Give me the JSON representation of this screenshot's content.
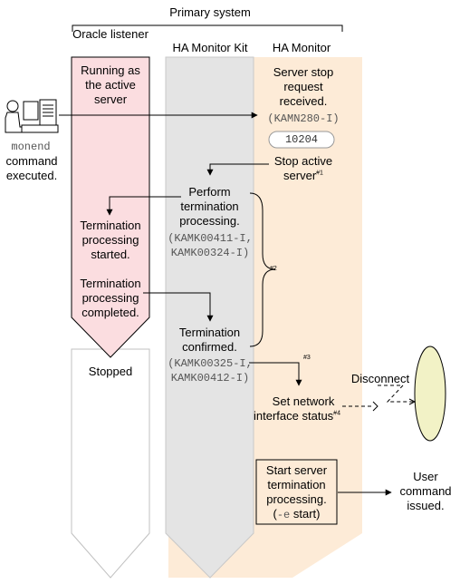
{
  "header": {
    "primary_system": "Primary system",
    "col_oracle": "Oracle listener",
    "col_kit": "HA Monitor Kit",
    "col_hamonitor": "HA Monitor"
  },
  "actor": {
    "command": "monend",
    "caption_line1": "command",
    "caption_line2": "executed."
  },
  "oracle": {
    "running": [
      "Running as",
      "the active",
      "server"
    ],
    "term_started": [
      "Termination",
      "processing",
      "started."
    ],
    "term_completed": [
      "Termination",
      "processing",
      "completed."
    ],
    "stopped": "Stopped"
  },
  "kit": {
    "perform": [
      "Perform",
      "termination",
      "processing."
    ],
    "msg1": "(KAMK00411-I,",
    "msg2": "KAMK00324-I)",
    "confirmed": [
      "Termination",
      "confirmed."
    ],
    "msg3": "(KAMK00325-I,",
    "msg4": "KAMK00412-I)"
  },
  "hamon": {
    "stop_request": [
      "Server stop",
      "request",
      "received."
    ],
    "msg": "(KAMN280-I)",
    "code": "10204",
    "stop_active_1": "Stop active",
    "stop_active_2": "server",
    "set_net_1": "Set network",
    "set_net_2": "interface status",
    "start_term": [
      "Start server",
      "termination",
      "processing."
    ],
    "start_term_opt": "-e",
    "start_term_arg": "start",
    "start_term_open": "(",
    "start_term_close": ")"
  },
  "notes": {
    "n1": "#1",
    "n2": "#2",
    "n3": "#3",
    "n4": "#4"
  },
  "network": {
    "disconnect": "Disconnect"
  },
  "user": [
    "User",
    "command",
    "issued."
  ],
  "colors": {
    "oracle_fill": "#fbdde0",
    "kit_fill": "#e4e4e4",
    "hamon_fill": "#fdebd7",
    "ellipse_fill": "#f2f2c6"
  }
}
